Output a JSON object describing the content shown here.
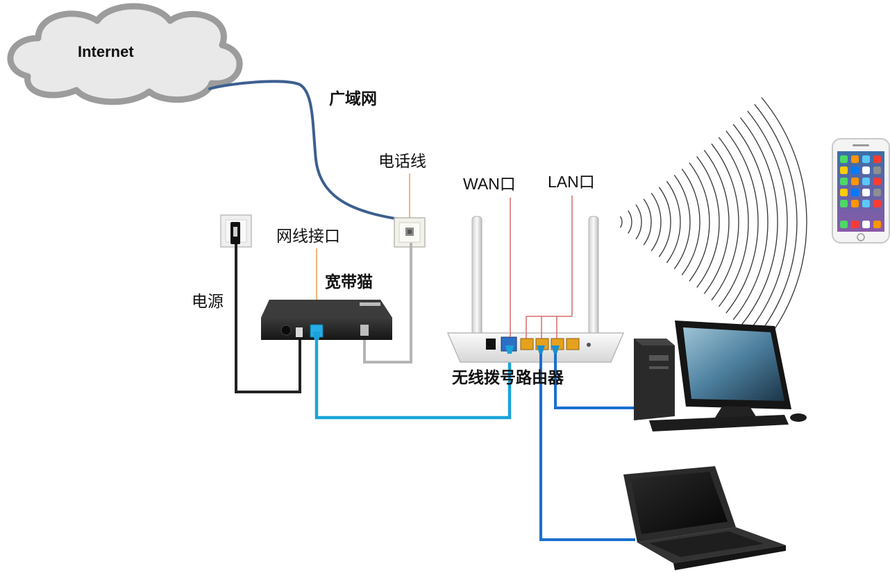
{
  "labels": {
    "internet": "Internet",
    "wan_network": "广域网",
    "phone_line": "电话线",
    "wan_port": "WAN口",
    "lan_port": "LAN口",
    "ethernet_port": "网线接口",
    "modem": "宽带猫",
    "power": "电源",
    "router": "无线拨号路由器"
  },
  "colors": {
    "wan_cable": "#3d5f8f",
    "phone_cable": "#b4b4b4",
    "ethernet_cable": "#1aa3d9",
    "power_cable": "#222222",
    "pointer_phone": "#f29a4a",
    "pointer_ports": "#d66a6a",
    "cloud_fill": "#e8e8e8",
    "cloud_stroke": "#9a9a9a",
    "signal_arcs": "#333333"
  },
  "icons": [
    "cloud-icon",
    "phone-wall-jack-icon",
    "power-socket-icon",
    "modem-icon",
    "router-icon",
    "smartphone-icon",
    "desktop-computer-icon",
    "laptop-icon",
    "wifi-signal-icon"
  ]
}
